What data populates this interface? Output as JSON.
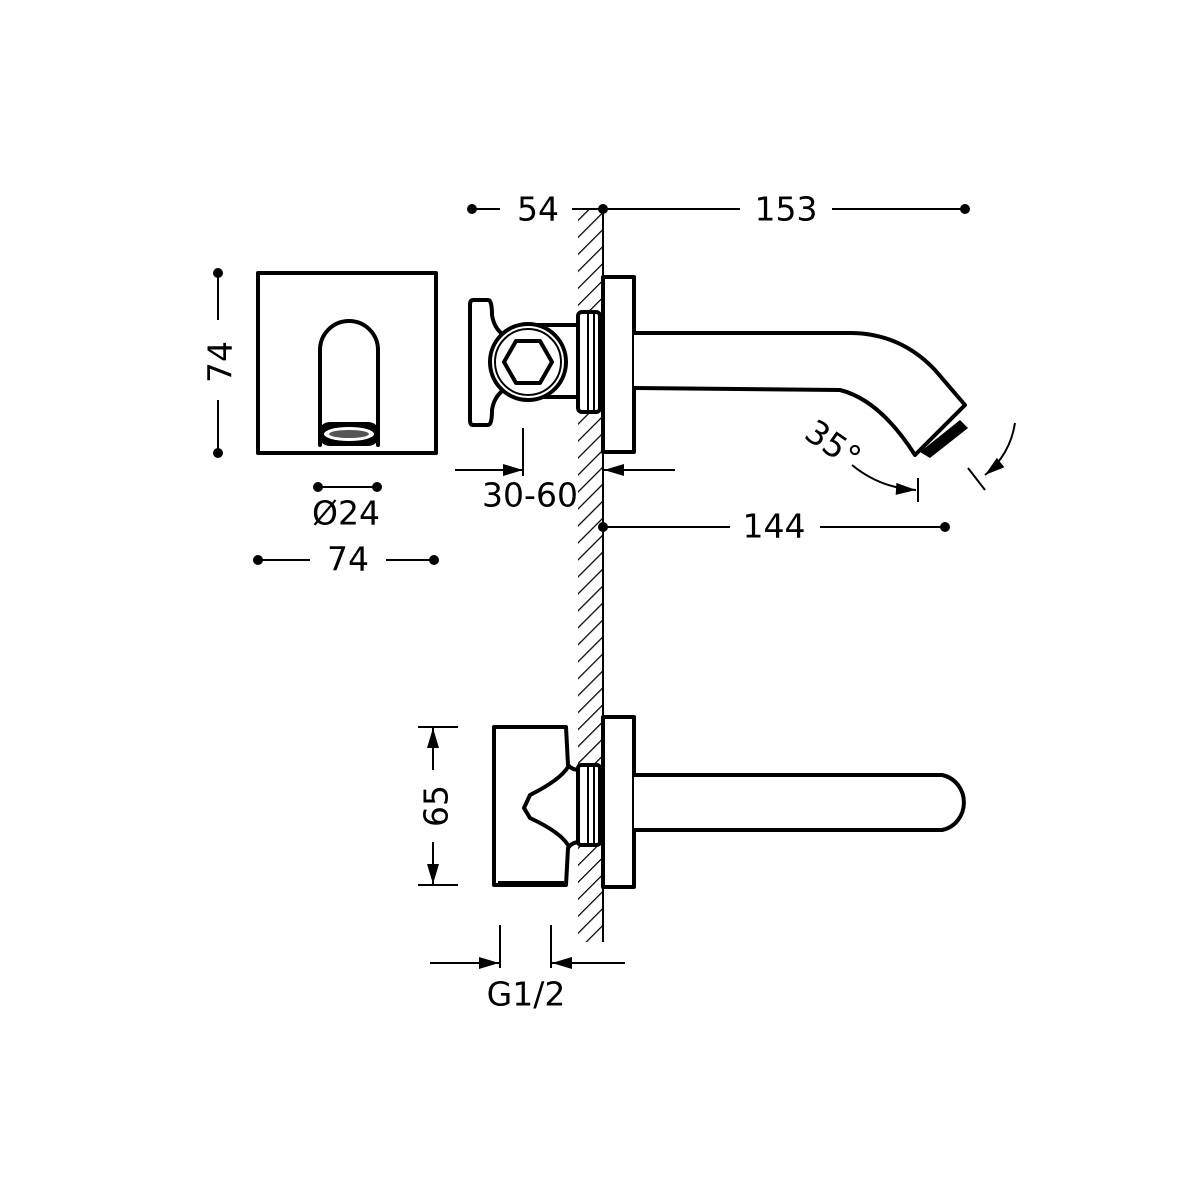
{
  "dimensions": {
    "depth_behind_wall": "54",
    "total_projection": "153",
    "plate_height": "74",
    "plate_width": "74",
    "outlet_diameter": "Ø24",
    "wall_adjustment": "30-60",
    "spout_angle": "35°",
    "spout_reach": "144",
    "handle_height": "65",
    "thread": "G1/2"
  }
}
